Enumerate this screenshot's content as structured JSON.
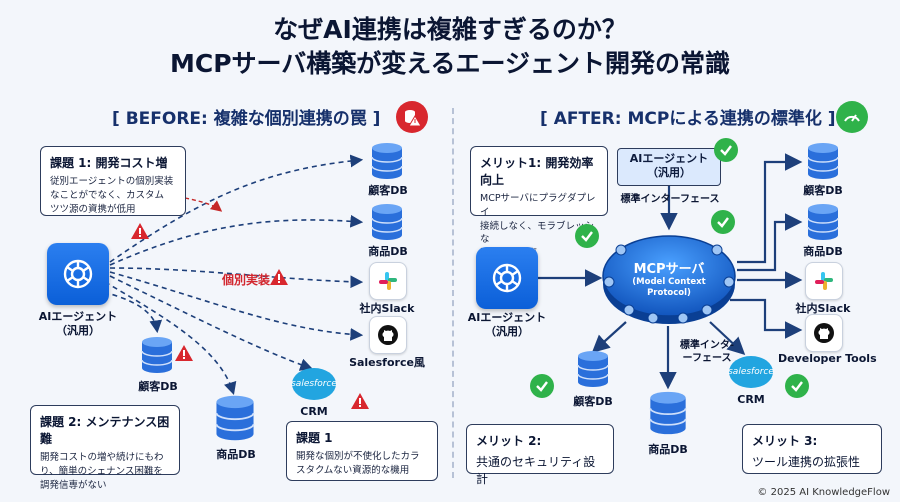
{
  "title": {
    "line1": "なぜAI連携は複雑すぎるのか？",
    "line2": "MCPサーバ構築が変えるエージェント開発の常識"
  },
  "before": {
    "heading": "[ BEFORE: 複雑な個別連携の罠 ]",
    "box1": {
      "title": "課題 1: 開発コスト増",
      "body": "従別エージェントの個別実装\nなことがでなく、カスタム\nツツ源の資携が低用"
    },
    "box2": {
      "title": "課題 2: メンテナンス困難",
      "body": "開発コストの増や続けにもわ\nり、簡単のシェナンス困難を\n調発信専がない"
    },
    "box3": {
      "title": "課題 1",
      "body": "開発な個別が不使化したカラ\nスタクムない資源的な機用"
    },
    "agent_label": "AIエージェント\n（汎用）",
    "center_label": "個別実装",
    "targets": [
      "顧客DB",
      "商品DB",
      "社内Slack",
      "Salesforce風"
    ],
    "bottom_labels": {
      "db_small": "顧客DB",
      "db_big": "商品DB",
      "crm": "CRM"
    }
  },
  "after": {
    "heading": "[ AFTER: MCPによる連携の標準化 ]",
    "merit1": {
      "title": "メリット1: 開発効率向上",
      "body": "MCPサーバにプラグダプレイ\n接続しなく、モラブレッシな\n連携化を効率"
    },
    "merit2": {
      "title": "メリット 2:",
      "body": "共通のセキュリティ設計"
    },
    "merit3": {
      "title": "メリット 3:",
      "body": "ツール連携の拡張性"
    },
    "agent_top": "AIエージェント\n（汎用）",
    "std_if_top": "標準インターフェース",
    "std_if_bottom": "標準インタ-\nーフェース",
    "agent_label": "AIエージェント\n（汎用）",
    "hub_title": "MCPサーバ",
    "hub_sub": "(Model Context\nProtocol)",
    "targets": [
      "顧客DB",
      "商品DB",
      "社内Slack",
      "Developer Tools"
    ],
    "bottom_labels": {
      "db_small": "顧客DB",
      "db_big": "商品DB",
      "crm": "CRM"
    }
  },
  "icons": {
    "openai": "openai-logo-icon",
    "database": "database-icon",
    "slack": "slack-icon",
    "github": "github-icon",
    "salesforce_text": "salesforce",
    "warning": "warning-icon",
    "check": "check-icon"
  },
  "colors": {
    "accent_blue": "#1565d8",
    "line_navy": "#1d3f7a",
    "warning_red": "#d2262e",
    "check_green": "#2fb24a"
  },
  "copyright": "© 2025 AI KnowledgeFlow"
}
